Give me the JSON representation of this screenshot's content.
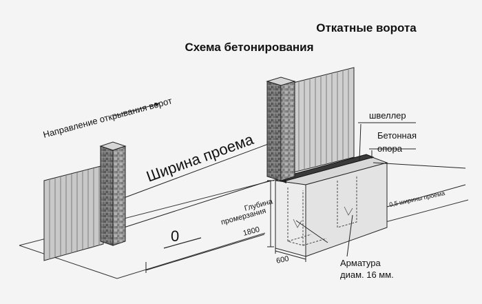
{
  "title_main": "Откатные ворота",
  "title_sub": "Схема бетонирования",
  "labels": {
    "direction": "Направление открывания ворот",
    "opening_width": "Ширина проема",
    "zero": "0",
    "channel": "швеллер",
    "concrete_support_line1": "Бетонная",
    "concrete_support_line2": "опора",
    "half_width": "0,5 ширины проема",
    "depth_line1": "Глубина",
    "depth_line2": "промерзания",
    "depth_value": "1800",
    "width_value": "600",
    "rebar_line1": "Арматура",
    "rebar_line2": "диам. 16 мм."
  },
  "colors": {
    "background": "#f4f4f4",
    "line": "#222222",
    "panel": "#c9c9c9",
    "panel_dark": "#9a9a9a",
    "brick": "#6a6a6a",
    "brick_light": "#a8a8a8",
    "concrete": "#e3e3e3",
    "channel": "#3a3a3a"
  }
}
